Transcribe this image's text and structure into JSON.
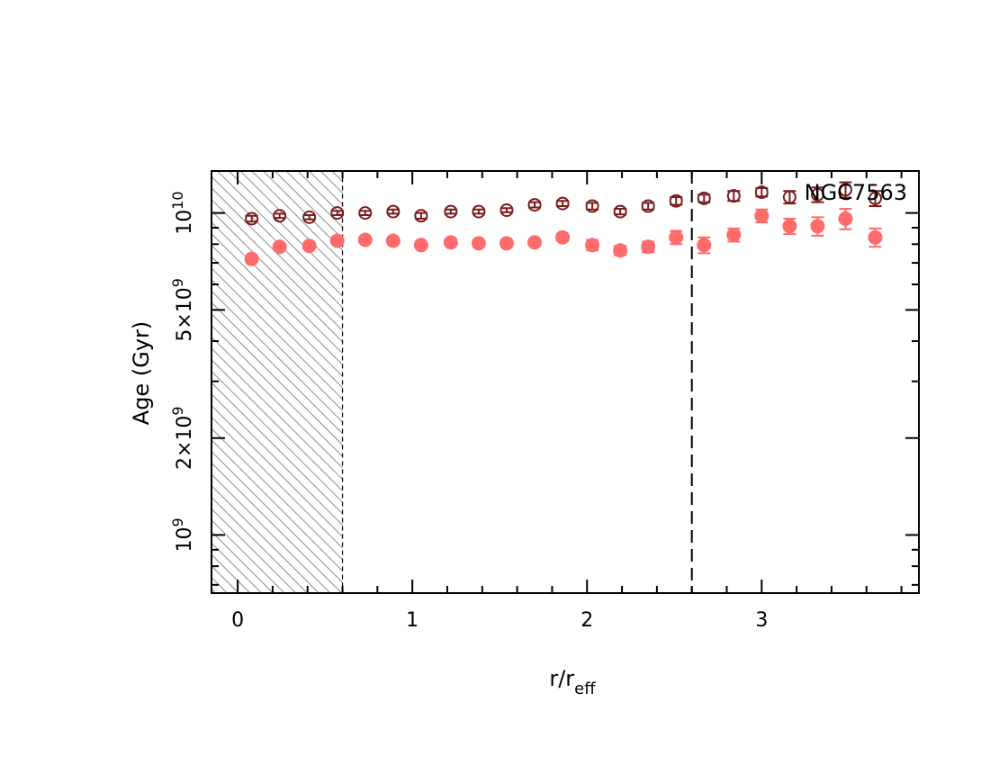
{
  "chart_data": {
    "type": "scatter",
    "title": "",
    "annotation": "NGC7563",
    "xlabel": {
      "main": "r/r",
      "subscript": "eff"
    },
    "ylabel": "Age  (Gyr)",
    "xlim": [
      -0.15,
      3.9
    ],
    "ylim": [
      660000000,
      13500000000
    ],
    "yscale": "log",
    "grid": false,
    "legend": "none",
    "x_ticks": [
      {
        "value": 0,
        "label": "0"
      },
      {
        "value": 1,
        "label": "1"
      },
      {
        "value": 2,
        "label": "2"
      },
      {
        "value": 3,
        "label": "3"
      }
    ],
    "y_ticks": [
      {
        "value": 1000000000,
        "label": "10",
        "exp": "9"
      },
      {
        "value": 2000000000,
        "label": "2×10",
        "exp": "9"
      },
      {
        "value": 5000000000,
        "label": "5×10",
        "exp": "9"
      },
      {
        "value": 10000000000,
        "label": "10",
        "exp": "10"
      }
    ],
    "shaded_region": {
      "x": [
        -0.15,
        0.6
      ],
      "pattern": "hatched"
    },
    "vline": 2.6,
    "series": [
      {
        "marker": "open-circle",
        "color": "#7a1c1c",
        "x": [
          0.08,
          0.24,
          0.41,
          0.57,
          0.73,
          0.89,
          1.05,
          1.22,
          1.38,
          1.54,
          1.7,
          1.86,
          2.03,
          2.19,
          2.35,
          2.51,
          2.67,
          2.84,
          3.0,
          3.16,
          3.32,
          3.48,
          3.65
        ],
        "y": [
          9600000000,
          9800000000,
          9700000000,
          10000000000,
          10000000000,
          10100000000,
          9800000000,
          10100000000,
          10100000000,
          10200000000,
          10600000000,
          10700000000,
          10500000000,
          10100000000,
          10500000000,
          10900000000,
          11100000000,
          11300000000,
          11600000000,
          11200000000,
          11400000000,
          11800000000,
          11100000000
        ],
        "err": [
          200000000,
          150000000,
          150000000,
          150000000,
          150000000,
          150000000,
          200000000,
          150000000,
          150000000,
          150000000,
          200000000,
          200000000,
          250000000,
          200000000,
          250000000,
          300000000,
          300000000,
          400000000,
          350000000,
          500000000,
          600000000,
          650000000,
          600000000
        ]
      },
      {
        "marker": "filled-circle",
        "color": "#ff6a6a",
        "x": [
          0.08,
          0.24,
          0.41,
          0.57,
          0.73,
          0.89,
          1.05,
          1.22,
          1.38,
          1.54,
          1.7,
          1.86,
          2.03,
          2.19,
          2.35,
          2.51,
          2.67,
          2.84,
          3.0,
          3.16,
          3.32,
          3.48,
          3.65
        ],
        "y": [
          7200000000,
          7850000000,
          7900000000,
          8200000000,
          8250000000,
          8200000000,
          7950000000,
          8100000000,
          8050000000,
          8050000000,
          8100000000,
          8400000000,
          7950000000,
          7650000000,
          7850000000,
          8400000000,
          7950000000,
          8550000000,
          9800000000,
          9100000000,
          9100000000,
          9600000000,
          8400000000
        ],
        "err": [
          150000000,
          150000000,
          150000000,
          150000000,
          150000000,
          150000000,
          150000000,
          150000000,
          150000000,
          150000000,
          150000000,
          200000000,
          300000000,
          250000000,
          300000000,
          400000000,
          450000000,
          400000000,
          450000000,
          500000000,
          600000000,
          700000000,
          550000000
        ]
      }
    ]
  }
}
